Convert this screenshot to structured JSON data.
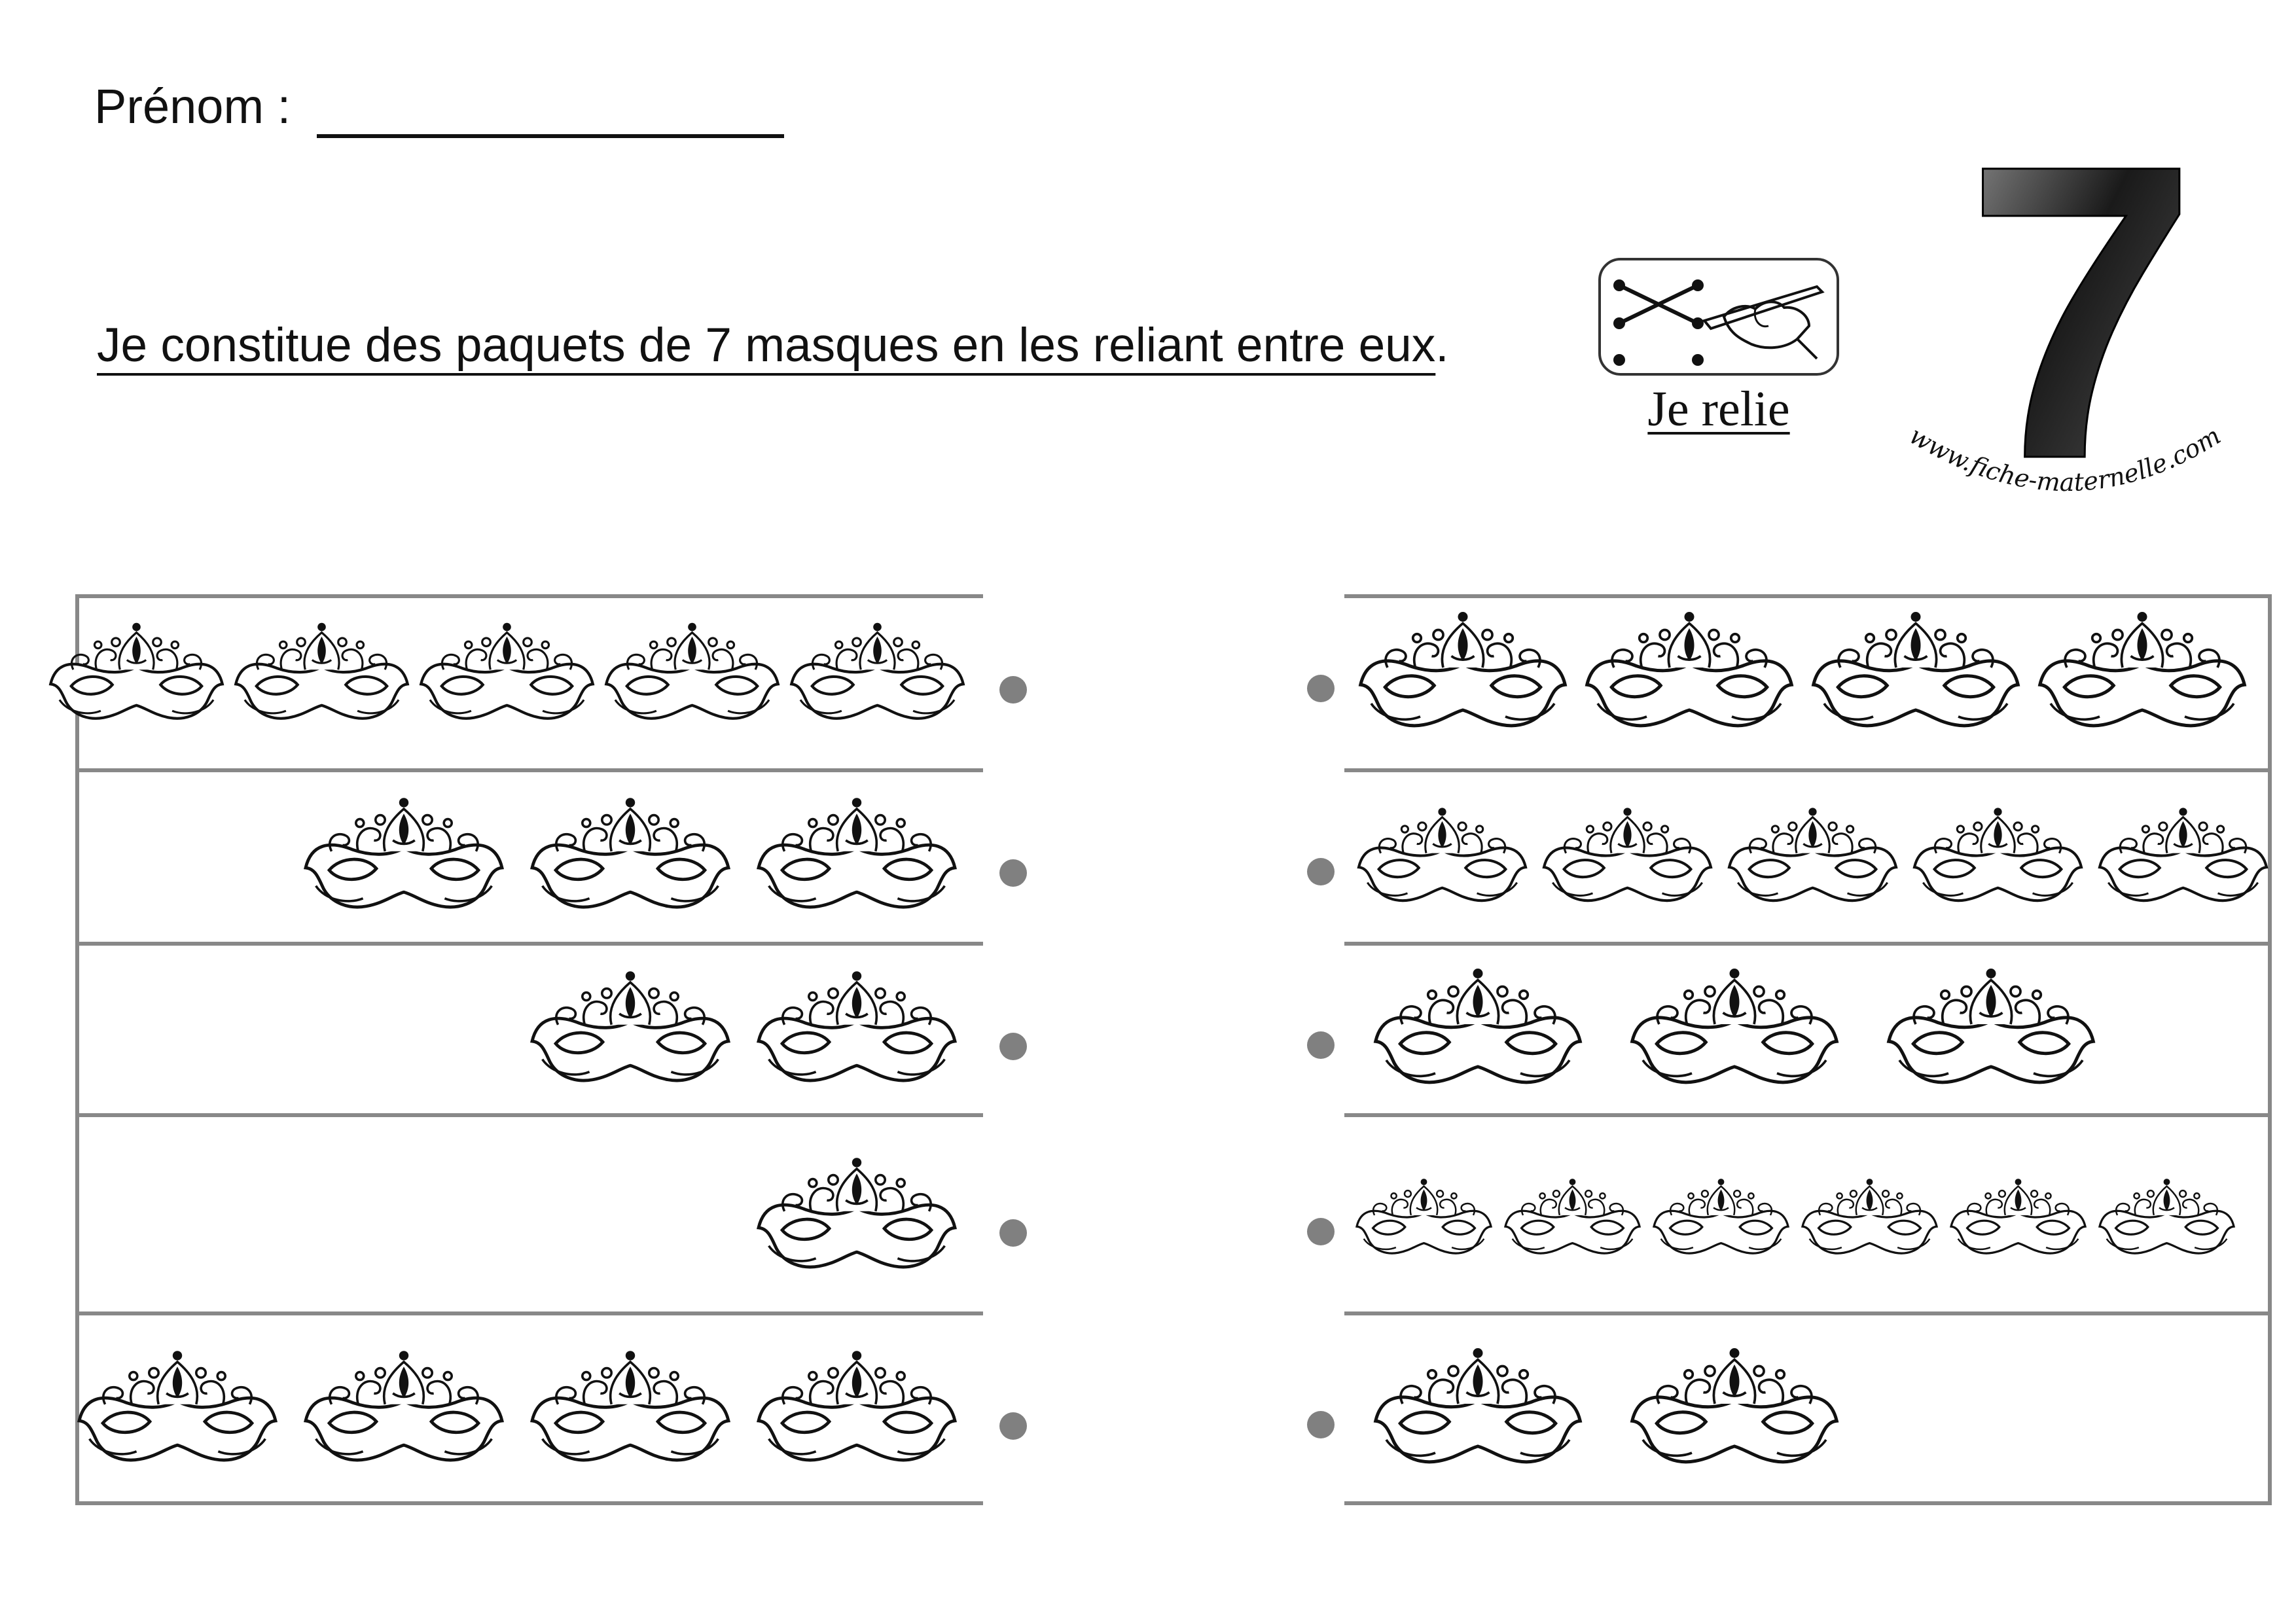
{
  "header": {
    "name_label": "Prénom :",
    "instruction_text": "Je constitue des paquets de 7 masques en les reliant entre eux",
    "instruction_end": "."
  },
  "badge": {
    "label": "Je  relie",
    "icon": "connect-dots-hand-pencil-icon"
  },
  "number_badge": {
    "digit": "7",
    "website": "www.fiche-maternelle.com"
  },
  "exercise": {
    "left_column": {
      "rows": [
        {
          "mask_count": 5
        },
        {
          "mask_count": 3
        },
        {
          "mask_count": 2
        },
        {
          "mask_count": 1
        },
        {
          "mask_count": 4
        }
      ]
    },
    "right_column": {
      "rows": [
        {
          "mask_count": 4
        },
        {
          "mask_count": 5
        },
        {
          "mask_count": 3
        },
        {
          "mask_count": 6
        },
        {
          "mask_count": 2
        }
      ]
    }
  },
  "colors": {
    "ink": "#111111",
    "grid_line": "#888888",
    "dot": "#808080"
  }
}
